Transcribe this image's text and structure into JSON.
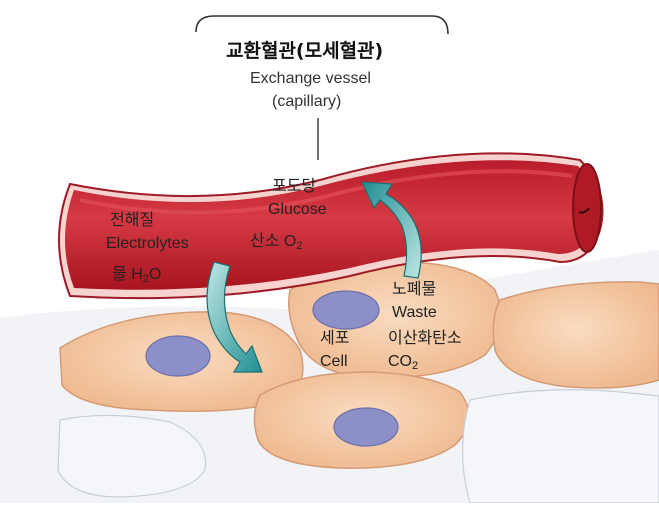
{
  "title": {
    "korean": "교환혈관(모세혈관)",
    "english_line1": "Exchange vessel",
    "english_line2": "(capillary)"
  },
  "blood_labels": {
    "electrolytes_ko": "전해질",
    "electrolytes_en": "Electrolytes",
    "water_ko": "물",
    "water_formula_pre": "H",
    "water_formula_sub": "2",
    "water_formula_post": "O",
    "glucose_ko": "포도당",
    "glucose_en": "Glucose",
    "oxygen_ko": "산소",
    "oxygen_formula_pre": "O",
    "oxygen_formula_sub": "2"
  },
  "tissue_labels": {
    "waste_ko": "노폐물",
    "waste_en": "Waste",
    "cell_ko": "세포",
    "cell_en": "Cell",
    "co2_ko": "이산화탄소",
    "co2_formula_pre": "CO",
    "co2_formula_sub": "2"
  },
  "colors": {
    "vessel_red": "#c8222e",
    "vessel_highlight": "#e2545d",
    "vessel_wall": "#f6d3cf",
    "cell_fill": "#f4c7a0",
    "nucleus": "#8c8fc8",
    "tissue_bg": "#f4f6f9",
    "arrow_teal": "#2f9fa0"
  }
}
